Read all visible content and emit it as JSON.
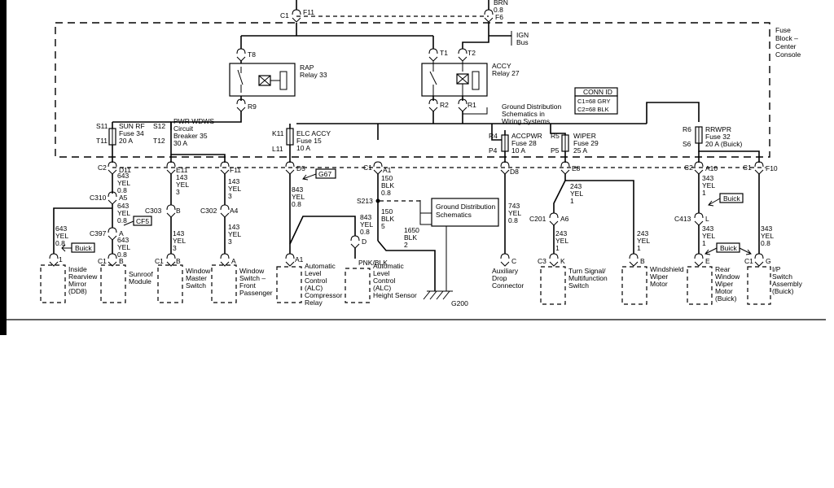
{
  "top": {
    "c1_f11": "C1",
    "f11": "F11",
    "brn": "BRN",
    "brn_size": "0.8",
    "f6": "F6"
  },
  "fuse_block": {
    "l1": "Fuse",
    "l2": "Block –",
    "l3": "Center",
    "l4": "Console"
  },
  "ign_bus": {
    "l1": "IGN",
    "l2": "Bus"
  },
  "rap": {
    "pin_in": "T8",
    "name": "RAP",
    "relay": "Relay 33",
    "pin_out": "R9"
  },
  "accy": {
    "pin1": "T1",
    "pin2": "T2",
    "name": "ACCY",
    "relay": "Relay 27",
    "pin3": "R2",
    "pin4": "R1"
  },
  "ground_dist_1": {
    "l1": "Ground Distribution",
    "l2": "Schematics in",
    "l3": "Wiring Systems"
  },
  "conn_id": {
    "title": "CONN ID",
    "l1": "C1=68 GRY",
    "l2": "C2=68 BLK"
  },
  "fuses": {
    "sunrf": {
      "pin_top": "S11",
      "pin_bot": "T11",
      "name": "SUN RF",
      "fuse": "Fuse 34",
      "amp": "20 A"
    },
    "pwrwdws": {
      "pin_top": "S12",
      "pin_bot": "T12",
      "name": "PWR WDWS",
      "l2": "Circuit",
      "l3": "Breaker 35",
      "amp": "30 A"
    },
    "elcaccy": {
      "pin_top": "K11",
      "pin_bot": "L11",
      "name": "ELC ACCY",
      "fuse": "Fuse 15",
      "amp": "10 A"
    },
    "accpwr": {
      "pin_top": "R4",
      "pin_bot": "P4",
      "name": "ACCPWR",
      "fuse": "Fuse 28",
      "amp": "10 A"
    },
    "wiper": {
      "pin_top": "R5",
      "pin_bot": "P5",
      "name": "WIPER",
      "fuse": "Fuse 29",
      "amp": "25 A"
    },
    "rrwpr": {
      "pin_top": "R6",
      "pin_bot": "S6",
      "name": "RRWPR",
      "fuse": "Fuse 32",
      "amp": "20 A (Buick)"
    }
  },
  "connectors": {
    "c2_d11": "C2",
    "d11": "D11",
    "e11": "E11",
    "f11b": "F11",
    "d5": "D5",
    "c1_a1": "C1",
    "a1": "A1",
    "d8": "D8",
    "e8": "E8",
    "c2_a10": "C2",
    "a10": "A10",
    "c1_f10": "C1",
    "f10": "F10",
    "c310": "C310",
    "a5": "A5",
    "c303": "C303",
    "b303": "B",
    "c302": "C302",
    "a4": "A4",
    "s213": "S213",
    "c397": "C397",
    "a397": "A",
    "c201": "C201",
    "a6": "A6",
    "c413": "C413",
    "l413": "L"
  },
  "wires": {
    "w643a": {
      "num": "643",
      "color": "YEL",
      "size": "0.8"
    },
    "w643b": {
      "num": "643",
      "color": "YEL",
      "size": "0.8"
    },
    "w643c": {
      "num": "643",
      "color": "YEL",
      "size": "0.8"
    },
    "w643d": {
      "num": "643",
      "color": "YEL",
      "size": "0.8"
    },
    "w143a": {
      "num": "143",
      "color": "YEL",
      "size": "3"
    },
    "w143b": {
      "num": "143",
      "color": "YEL",
      "size": "3"
    },
    "w143c": {
      "num": "143",
      "color": "YEL",
      "size": "3"
    },
    "w143d": {
      "num": "143",
      "color": "YEL",
      "size": "3"
    },
    "w843a": {
      "num": "843",
      "color": "YEL",
      "size": "0.8"
    },
    "w843b": {
      "num": "843",
      "color": "YEL",
      "size": "0.8"
    },
    "w150a": {
      "num": "150",
      "color": "BLK",
      "size": "0.8"
    },
    "w150b": {
      "num": "150",
      "color": "BLK",
      "size": "5"
    },
    "w1650": {
      "num": "1650",
      "color": "BLK",
      "size": "2"
    },
    "w743": {
      "num": "743",
      "color": "YEL",
      "size": "0.8"
    },
    "w243a": {
      "num": "243",
      "color": "YEL",
      "size": "1"
    },
    "w243b": {
      "num": "243",
      "color": "YEL",
      "size": "1"
    },
    "w243c": {
      "num": "243",
      "color": "YEL",
      "size": "1"
    },
    "w343a": {
      "num": "343",
      "color": "YEL",
      "size": "1"
    },
    "w343b": {
      "num": "343",
      "color": "YEL",
      "size": "1"
    },
    "w343c": {
      "num": "343",
      "color": "YEL",
      "size": "0.8"
    }
  },
  "tags": {
    "g67": "G67",
    "cf5": "CF5",
    "buick1": "Buick",
    "buick2": "Buick",
    "buick3": "Buick"
  },
  "ground_dist_2": {
    "l1": "Ground Distribution",
    "l2": "Schematics"
  },
  "g200": "G200",
  "components": {
    "mirror": {
      "pin": "1",
      "l1": "Inside",
      "l2": "Rearview",
      "l3": "Mirror",
      "l4": "(DD8)"
    },
    "sunroof": {
      "c": "C1",
      "pin": "B",
      "l1": "Sunroof",
      "l2": "Module"
    },
    "wms": {
      "c": "C1",
      "pin": "B",
      "l1": "Window",
      "l2": "Master",
      "l3": "Switch"
    },
    "wsfp": {
      "pin": "A",
      "l1": "Window",
      "l2": "Switch –",
      "l3": "Front",
      "l4": "Passenger"
    },
    "alc_relay": {
      "pin": "A1",
      "l1": "Automatic",
      "l2": "Level",
      "l3": "Control",
      "l4": "(ALC)",
      "l5": "Compressor",
      "l6": "Relay"
    },
    "alc_sensor": {
      "pin": "D",
      "wire": "PNK/BLK",
      "l1": "Automatic",
      "l2": "Level",
      "l3": "Control",
      "l4": "(ALC)",
      "l5": "Height Sensor"
    },
    "aux": {
      "pin": "C",
      "l1": "Auxiliary",
      "l2": "Drop",
      "l3": "Connector"
    },
    "turn": {
      "c": "C3",
      "pin": "K",
      "l1": "Turn Signal/",
      "l2": "Multifunction",
      "l3": "Switch"
    },
    "wwm": {
      "pin": "B",
      "l1": "Windshield",
      "l2": "Wiper",
      "l3": "Motor"
    },
    "rwm": {
      "pin": "E",
      "l1": "Rear",
      "l2": "Window",
      "l3": "Wiper",
      "l4": "Motor",
      "l5": "(Buick)"
    },
    "ip": {
      "c": "C1",
      "pin": "G",
      "l1": "I/P",
      "l2": "Switch",
      "l3": "Assembly",
      "l4": "(Buick)"
    }
  }
}
